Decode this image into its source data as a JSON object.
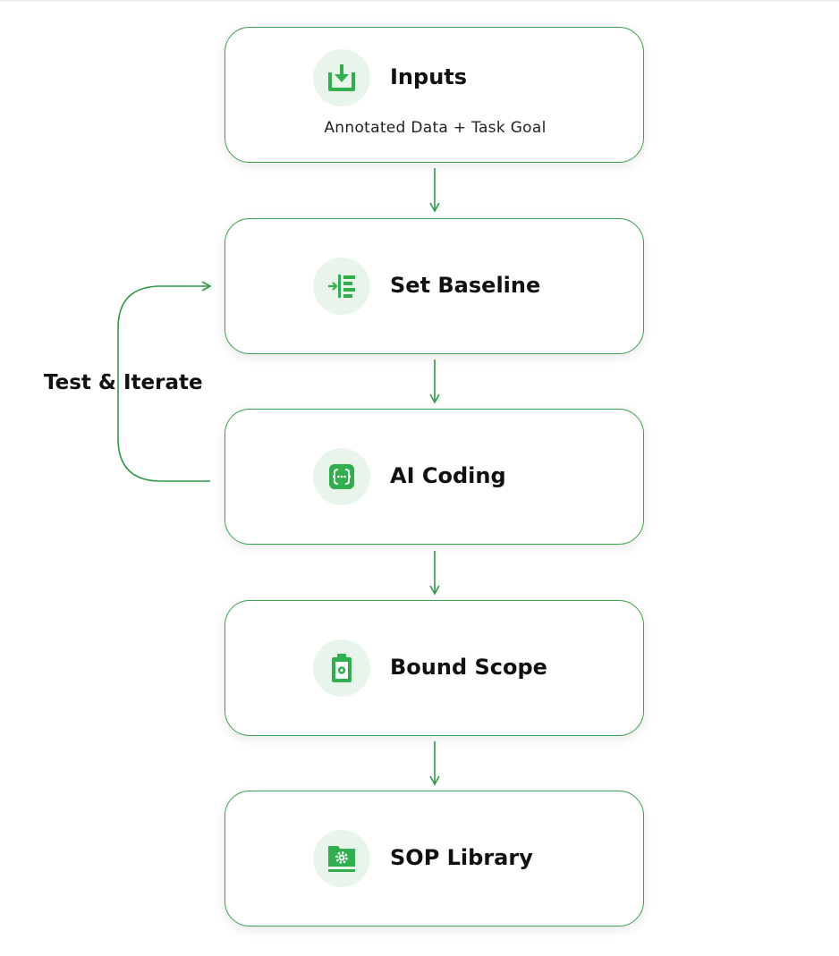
{
  "diagram": {
    "steps": [
      {
        "title": "Inputs",
        "subtitle": "Annotated Data + Task Goal",
        "icon": "download-tray-icon"
      },
      {
        "title": "Set Baseline",
        "icon": "indent-list-icon"
      },
      {
        "title": "AI Coding",
        "icon": "code-braces-icon"
      },
      {
        "title": "Bound Scope",
        "icon": "clipboard-icon"
      },
      {
        "title": "SOP Library",
        "icon": "gear-folder-icon"
      }
    ],
    "loop_label": "Test & Iterate",
    "colors": {
      "accent": "#2fb04c",
      "border": "#3aa24f",
      "icon_bg": "#e9f5ea",
      "arrow": "#2e9a47"
    }
  }
}
